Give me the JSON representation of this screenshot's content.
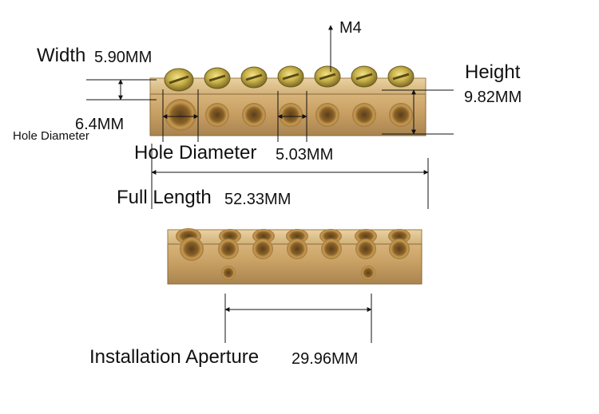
{
  "labels": {
    "screw_thread": "M4",
    "width_label": "Width",
    "width_value": "5.90MM",
    "height_label": "Height",
    "height_value": "9.82MM",
    "big_hole_value": "6.4MM",
    "big_hole_label": "Hole Diameter",
    "hole_diameter_label": "Hole Diameter",
    "hole_diameter_value": "5.03MM",
    "full_length_label": "Full Length",
    "full_length_value": "52.33MM",
    "installation_label": "Installation Aperture",
    "installation_value": "29.96MM"
  },
  "product": {
    "screw_count": 7,
    "hole_count": 7,
    "mounting_hole_count": 2,
    "colors": {
      "brass": "#c8a46a",
      "brass_dark": "#8a6a3a",
      "screw_zinc": "#c9b24a"
    }
  }
}
